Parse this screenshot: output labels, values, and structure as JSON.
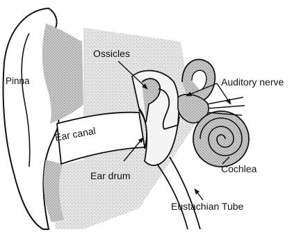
{
  "labels": {
    "pinna": "Pinna",
    "ossicles": "Ossicles",
    "auditory_nerve": "Auditory nerve",
    "ear_canal": "Ear canal",
    "cochlea": "Cochlea",
    "ear_drum": "Ear drum",
    "eustachian_tube": "Eustachian Tube"
  },
  "colors": {
    "line": "#111111",
    "shade": "#b9b9b9",
    "background": "#ffffff"
  }
}
